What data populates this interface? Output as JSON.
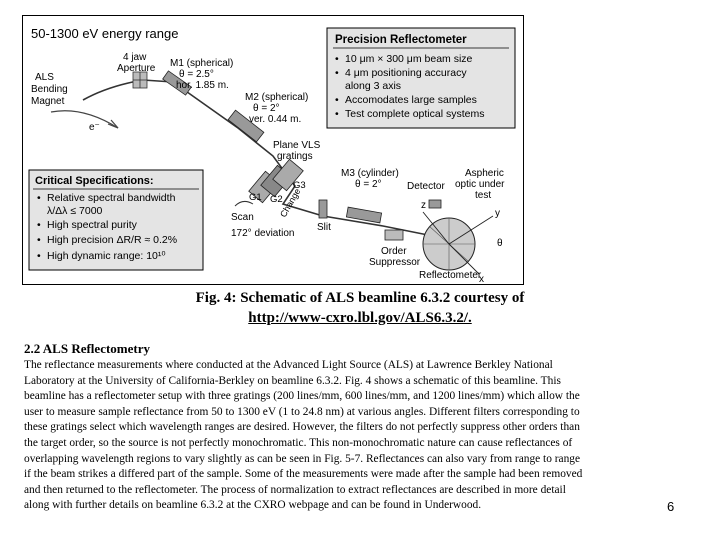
{
  "figure": {
    "energy_range": "50-1300 eV energy range",
    "precision_box": {
      "title": "Precision Reflectometer",
      "items": [
        "10 μm × 300 μm beam size",
        "4 μm positioning accuracy",
        "along 3 axis",
        "Accomodates large samples",
        "Test complete optical systems"
      ]
    },
    "critical_box": {
      "title": "Critical Specifications:",
      "items": [
        "Relative spectral bandwidth",
        "λ/Δλ ≤ 7000",
        "High spectral purity",
        "High precision ΔR/R ≈ 0.2%",
        "High dynamic range: 10¹⁰"
      ]
    },
    "labels": {
      "als_1": "ALS",
      "als_2": "Bending",
      "als_3": "Magnet",
      "electron": "e⁻",
      "aperture_1": "4 jaw",
      "aperture_2": "Aperture",
      "m1_1": "M1 (spherical)",
      "m1_2": "θ = 2.5°",
      "m1_3": "hor. 1.85 m.",
      "m2_1": "M2 (spherical)",
      "m2_2": "θ = 2°",
      "m2_3": "ver. 0.44 m.",
      "vls_1": "Plane VLS",
      "vls_2": "gratings",
      "g3": "G3",
      "g2": "G2",
      "g1": "G1",
      "change": "Change",
      "scan": "Scan",
      "slit": "Slit",
      "deviation": "172° deviation",
      "m3_1": "M3 (cylinder)",
      "m3_2": "θ = 2°",
      "detector": "Detector",
      "aspheric_1": "Aspheric",
      "aspheric_2": "optic under",
      "aspheric_3": "test",
      "order_1": "Order",
      "order_2": "Suppressor",
      "reflectometer": "Reflectometer",
      "axis_x": "x",
      "axis_y": "y",
      "axis_z": "z",
      "axis_theta": "θ"
    }
  },
  "caption": {
    "line1": "Fig. 4: Schematic of ALS beamline 6.3.2 courtesy of",
    "line2": "http://www-cxro.lbl.gov/ALS6.3.2/."
  },
  "section_title": "2.2 ALS Reflectometry",
  "body_lines": [
    "The reflectance measurements where conducted at the Advanced Light Source (ALS) at Lawrence Berkley National",
    "Laboratory at the University of California-Berkley on beamline 6.3.2. Fig. 4 shows a schematic of this beamline. This",
    "beamline has a reflectometer setup with three gratings (200 lines/mm, 600 lines/mm, and 1200 lines/mm) which allow the",
    "user to measure sample reflectance from 50 to 1300 eV (1 to 24.8 nm) at various angles.  Different filters corresponding to",
    "these gratings select which wavelength ranges are desired.  However, the filters do not perfectly suppress other orders than",
    "the target order, so the source is not perfectly monochromatic.  This non-monochromatic nature can cause reflectances of",
    "overlapping wavelength regions to vary slightly as can be seen in Fig. 5-7.  Reflectances can also vary from range to range",
    "if the beam strikes a differed part of the sample.  Some of the measurements were made after the sample had been removed",
    "and then returned to the reflectometer.  The process of normalization to extract reflectances are described in more detail",
    "along with further details on beamline 6.3.2 at the CXRO webpage and can be found in Underwood."
  ],
  "page_number": "6"
}
